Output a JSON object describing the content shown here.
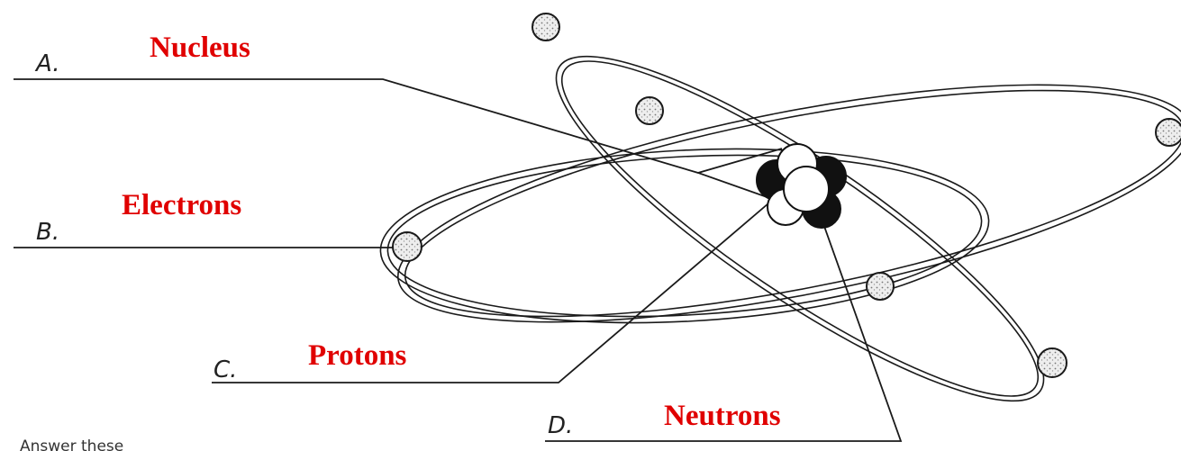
{
  "colors": {
    "answer": "#e00000",
    "ink": "#1a1a1a",
    "electron_fill": "#ededed",
    "particle_dark": "#111111",
    "particle_light": "#ffffff"
  },
  "labels": {
    "a": {
      "letter": "A.",
      "answer": "Nucleus"
    },
    "b": {
      "letter": "B.",
      "answer": "Electrons"
    },
    "c": {
      "letter": "C.",
      "answer": "Protons"
    },
    "d": {
      "letter": "D.",
      "answer": "Neutrons"
    }
  },
  "footer": {
    "text": "Answer these"
  }
}
